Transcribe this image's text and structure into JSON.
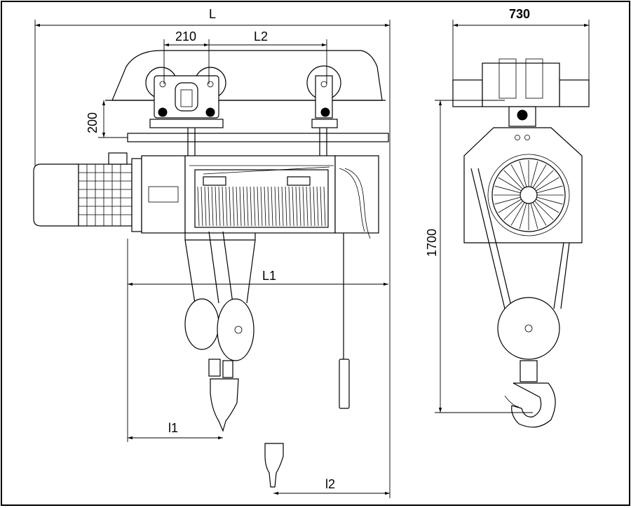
{
  "dimensions": {
    "L": "L",
    "L1": "L1",
    "L2": "L2",
    "l1": "l1",
    "l2": "l2",
    "trolley_spacing": "210",
    "rail_to_top": "200",
    "side_width": "730",
    "side_height": "1700"
  }
}
